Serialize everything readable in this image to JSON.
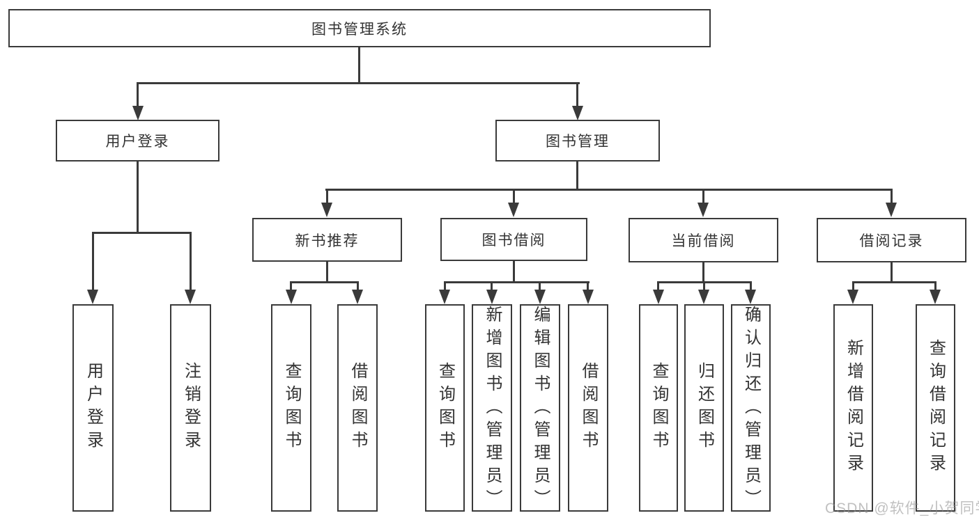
{
  "diagram": {
    "type": "hierarchy-tree",
    "title": "图书管理系统",
    "tree": {
      "root": "图书管理系统",
      "children": [
        {
          "label": "用户登录",
          "children": [
            "用户登录",
            "注销登录"
          ]
        },
        {
          "label": "图书管理",
          "children": [
            {
              "label": "新书推荐",
              "children": [
                "查询图书",
                "借阅图书"
              ]
            },
            {
              "label": "图书借阅",
              "children": [
                "查询图书",
                "新增图书（管理员）",
                "编辑图书（管理员）",
                "借阅图书"
              ]
            },
            {
              "label": "当前借阅",
              "children": [
                "查询图书",
                "归还图书",
                "确认归还（管理员）"
              ]
            },
            {
              "label": "借阅记录",
              "children": [
                "新增借阅记录",
                "查询借阅记录"
              ]
            }
          ]
        }
      ]
    },
    "watermark": "CSDN @软件_小贺同学",
    "colors": {
      "line": "#3a3a3a",
      "box_border": "#3a3a3a",
      "text": "#333333",
      "background": "#ffffff",
      "watermark": "#8c8c8c"
    }
  }
}
